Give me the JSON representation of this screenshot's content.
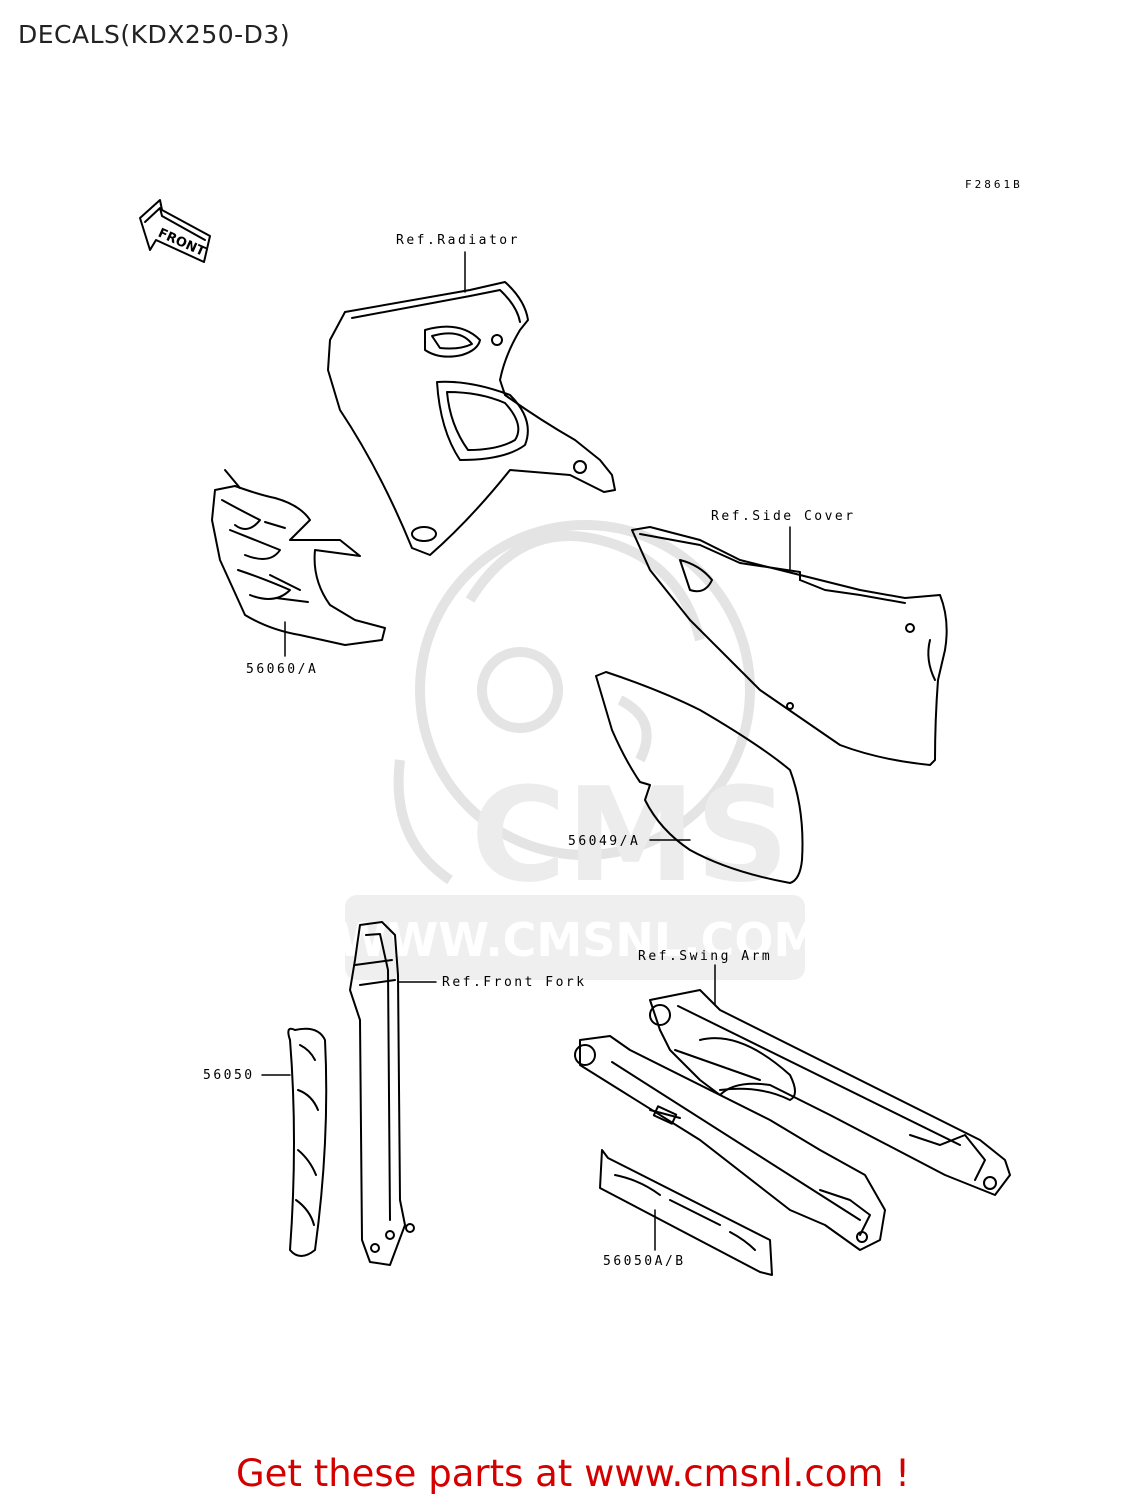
{
  "page": {
    "title": "DECALS(KDX250-D3)",
    "figure_code": "F2861B",
    "front_arrow_label": "FRONT"
  },
  "labels": {
    "ref_radiator": "Ref.Radiator",
    "ref_side_cover": "Ref.Side Cover",
    "part_56060": "56060/A",
    "part_56049": "56049/A",
    "ref_front_fork": "Ref.Front Fork",
    "ref_swing_arm": "Ref.Swing Arm",
    "part_56050": "56050",
    "part_56050ab": "56050A/B"
  },
  "watermark": {
    "brand": "CMS",
    "url": "WWW.CMSNL.COM"
  },
  "footer": {
    "text": "Get these parts at www.cmsnl.com !"
  }
}
